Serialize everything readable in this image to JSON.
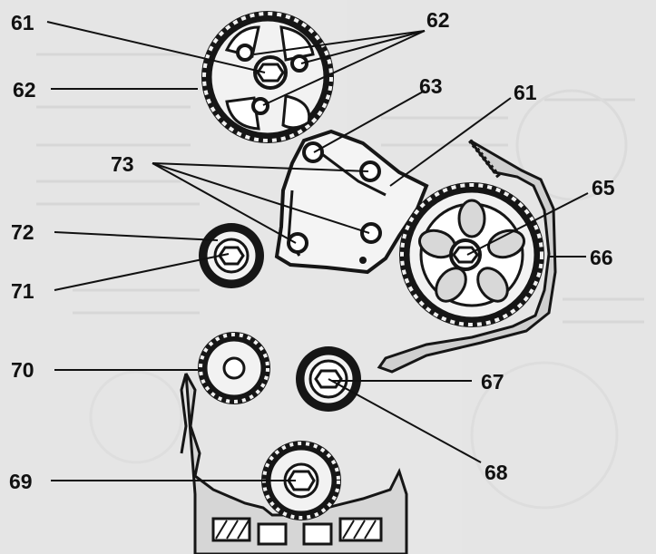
{
  "callouts": {
    "c61a": "61",
    "c62a": "62",
    "c62b": "62",
    "c63": "63",
    "c61b": "61",
    "c73": "73",
    "c65": "65",
    "c72": "72",
    "c66": "66",
    "c71": "71",
    "c70": "70",
    "c67": "67",
    "c68": "68",
    "c69": "69"
  },
  "colors": {
    "ink": "#161616",
    "paper": "#e6e6e6",
    "part_fill": "#f2f2f2"
  }
}
